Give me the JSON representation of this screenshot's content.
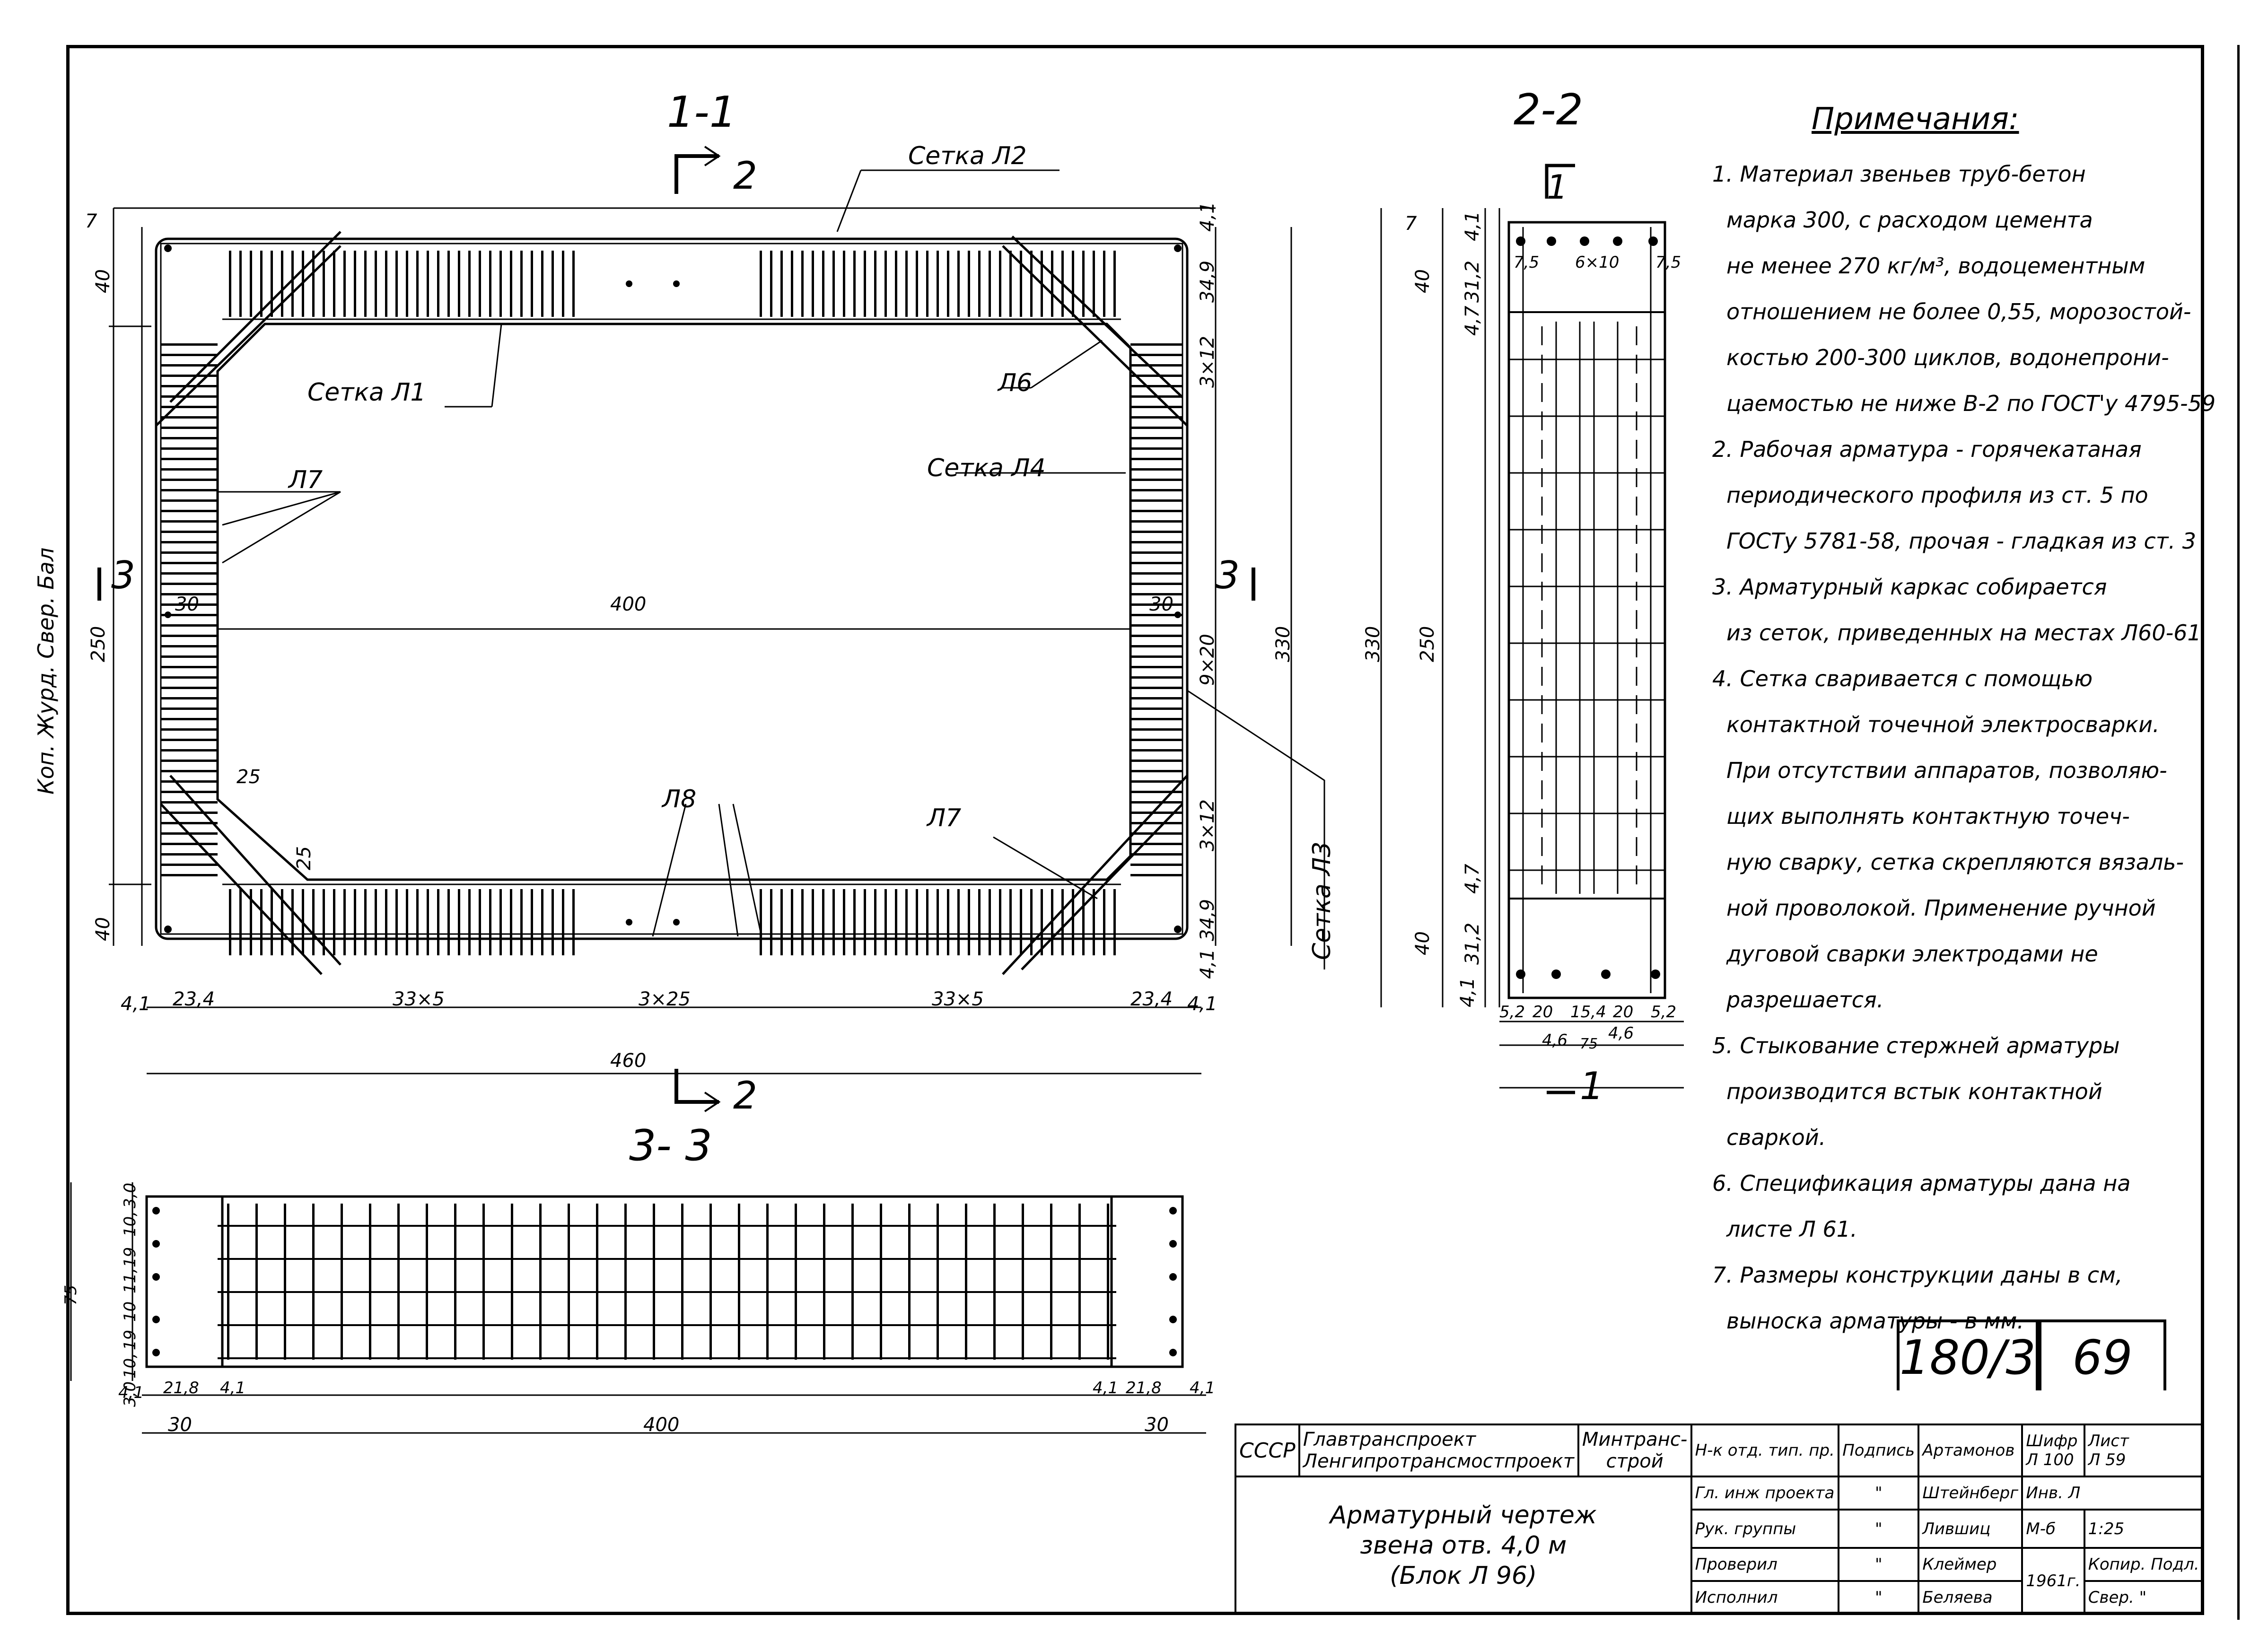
{
  "sections": {
    "s11": "1-1",
    "s22": "2-2",
    "s33": "3- 3",
    "cut2_top": "2",
    "cut2_bot": "2",
    "cut1_top": "1",
    "cut1_bot": "1",
    "cut3_left": "3",
    "cut3_right": "3"
  },
  "labels": {
    "setka2": "Сетка Л2",
    "setka1": "Сетка Л1",
    "setka4": "Сетка Л4",
    "setka3": "Сетка Л3",
    "l6": "Л6",
    "l7a": "Л7",
    "l7b": "Л7",
    "l8": "Л8"
  },
  "dims_11": {
    "top7": "7",
    "top40": "40",
    "left250": "250",
    "left40": "40",
    "r41a": "4,1",
    "r349a": "34,9",
    "r3x12a": "3×12",
    "r9x20": "9×20",
    "r3x12b": "3×12",
    "r349b": "34,9",
    "r41b": "4,1",
    "r330": "330",
    "w400": "400",
    "w30a": "30",
    "w30b": "30",
    "d25a": "25",
    "d25b": "25",
    "b41a": "4,1",
    "b234a": "23,4",
    "b33x5a": "33×5",
    "b3x25": "3×25",
    "b33x5b": "33×5",
    "b234b": "23,4",
    "b41b": "4,1",
    "b460": "460"
  },
  "dims_22": {
    "l7": "7",
    "l40a": "40",
    "l330": "330",
    "l250": "250",
    "l40b": "40",
    "l41b": "4,1",
    "i41": "4,1",
    "i312a": "31,2",
    "i47a": "4,7",
    "i75a": "7,5",
    "i6x10": "6×10",
    "i75b": "7,5",
    "i47b": "4,7",
    "i312b": "31,2",
    "b52a": "5,2",
    "b20a": "20",
    "b154": "15,4",
    "b20b": "20",
    "b52b": "5,2",
    "b46a": "4,6",
    "b75": "75",
    "b46b": "4,6"
  },
  "dims_33": {
    "h30a": "3,0",
    "h10a": "10,",
    "h19a": "19",
    "h11": "11,",
    "h75": "75",
    "h10b": "10",
    "h19b": "19",
    "h10c": "10,",
    "h30b": "3,0",
    "b41a": "4,1",
    "b218a": "21,8",
    "b41b": "4,1",
    "b41c": "4,1",
    "b218b": "21,8",
    "b41d": "4,1",
    "b30a": "30",
    "b400": "400",
    "b30b": "30"
  },
  "margin_note": "Коп. Журд. Свер. Бал",
  "notes": {
    "title": "Примечания:",
    "items": [
      "1. Материал звеньев труб-бетон",
      "марка 300, с расходом цемента",
      "не менее 270 кг/м³, водоцементным",
      "отношением не более 0,55, морозостой-",
      "костью 200-300 циклов, водонепрони-",
      "цаемостью не ниже В-2 по ГОСТ'у 4795-59",
      "2. Рабочая арматура - горячекатаная",
      "периодического профиля из ст. 5 по",
      "ГОСТу 5781-58, прочая - гладкая из ст. 3",
      "3. Арматурный каркас собирается",
      "из сеток, приведенных на местах Л60-61",
      "4. Сетка сваривается с помощью",
      "контактной точечной электросварки.",
      "При отсутствии аппаратов, позволяю-",
      "щих выполнять контактную точеч-",
      "ную сварку, сетка скрепляются вязаль-",
      "ной проволокой. Применение ручной",
      "дуговой сварки электродами не",
      "разрешается.",
      "5. Стыкование стержней арматуры",
      "производится встык контактной",
      "сваркой.",
      "6. Спецификация арматуры дана на",
      "листе Л 61.",
      "7. Размеры конструкции даны в см,",
      "выноска арматуры - в мм."
    ]
  },
  "sheet_num": {
    "code": "180/3",
    "page": "69"
  },
  "title_block": {
    "ussr": "СССР",
    "org1": "Главтранспроект",
    "org2": "Ленгипротрансмостпроект",
    "ministry1": "Минтранс-",
    "ministry2": "строй",
    "drawing1": "Арматурный чертеж",
    "drawing2": "звена отв. 4,0 м",
    "drawing3": "(Блок Л 96)",
    "r1": "Н-к отд. тип. пр.",
    "r2": "Гл. инж проекта",
    "r3": "Рук. группы",
    "r4": "Проверил",
    "r5": "Исполнил",
    "sig": "Подпись",
    "q": "\"",
    "n1": "Артамонов",
    "n2": "Штейнберг",
    "n3": "Лившиц",
    "n4": "Клеймер",
    "n5": "Беляева",
    "shifr_lbl": "Шифр",
    "shifr": "Л 100",
    "list_lbl": "Лист",
    "list": "Л 59",
    "inv": "Инв. Л",
    "scale_lbl": "М-б",
    "scale": "1:25",
    "year": "1961г.",
    "copy": "Копир. Подл.",
    "check": "Свер."
  }
}
